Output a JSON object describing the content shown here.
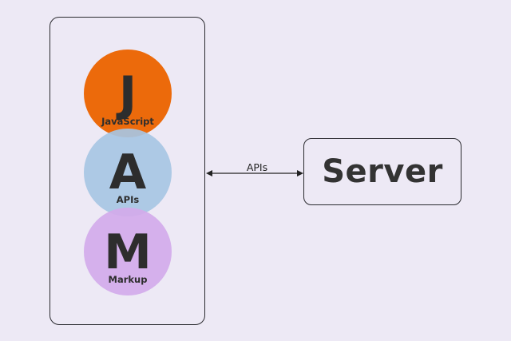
{
  "jam": {
    "items": [
      {
        "letter": "J",
        "caption": "JavaScript",
        "color": "#ec6a0b"
      },
      {
        "letter": "A",
        "caption": "APIs",
        "color": "#a7c5e3"
      },
      {
        "letter": "M",
        "caption": "Markup",
        "color": "#d2aaea"
      }
    ]
  },
  "connector": {
    "label": "APIs"
  },
  "server": {
    "label": "Server"
  },
  "colors": {
    "background": "#ede9f5",
    "border": "#2b2b30",
    "text": "#2d2d2d"
  }
}
